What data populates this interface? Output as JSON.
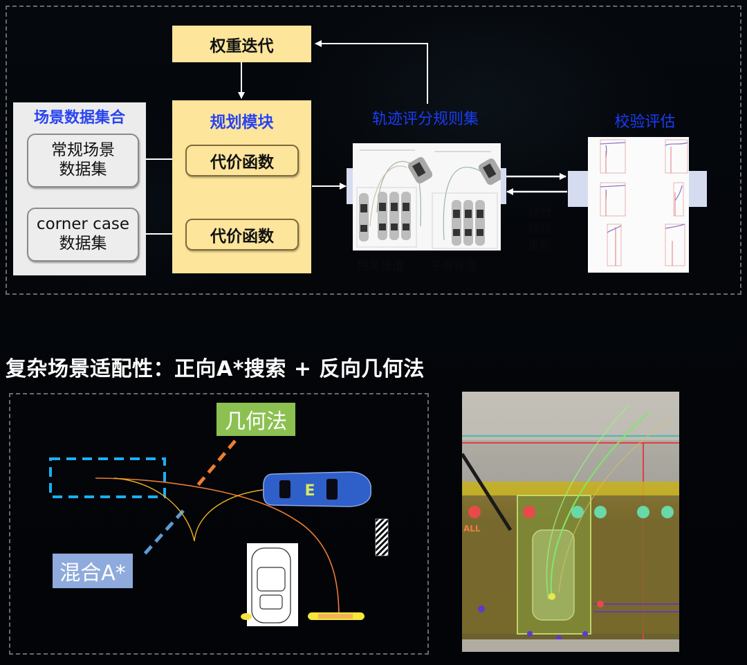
{
  "flow": {
    "weight_iteration": "权重迭代",
    "dataset_collection": {
      "title": "场景数据集合",
      "items": [
        {
          "line1": "常规场景",
          "line2": "数据集"
        },
        {
          "line1": "corner case",
          "line2": "数据集"
        }
      ]
    },
    "planning_module": {
      "title": "规划模块",
      "cost_functions": [
        "代价函数",
        "代价函数"
      ]
    },
    "scoring_rules": {
      "title": "轨迹评分规则集",
      "sub_labels": [
        "甩尾极值",
        "平滑程度"
      ]
    },
    "validation": {
      "title": "校验评估"
    },
    "rule_update_label": [
      "评分",
      "规则",
      "更新"
    ]
  },
  "section2": {
    "heading": "复杂场景适配性：正向A*搜索 + 反向几何法",
    "label_geometric": "几何法",
    "label_hybrid": "混合A*",
    "car_letter": "E",
    "photo_label": "ALL"
  },
  "colors": {
    "yellow_box": "#fde59b",
    "blue_title": "#2a44f0",
    "green_label": "#8cc152",
    "blue_label": "#8faadc",
    "cyan_dash": "#1ab0f0",
    "orange_dash": "#ed7d31",
    "steel_dash": "#5b9bd5",
    "car_blue": "#2f5fc8"
  }
}
